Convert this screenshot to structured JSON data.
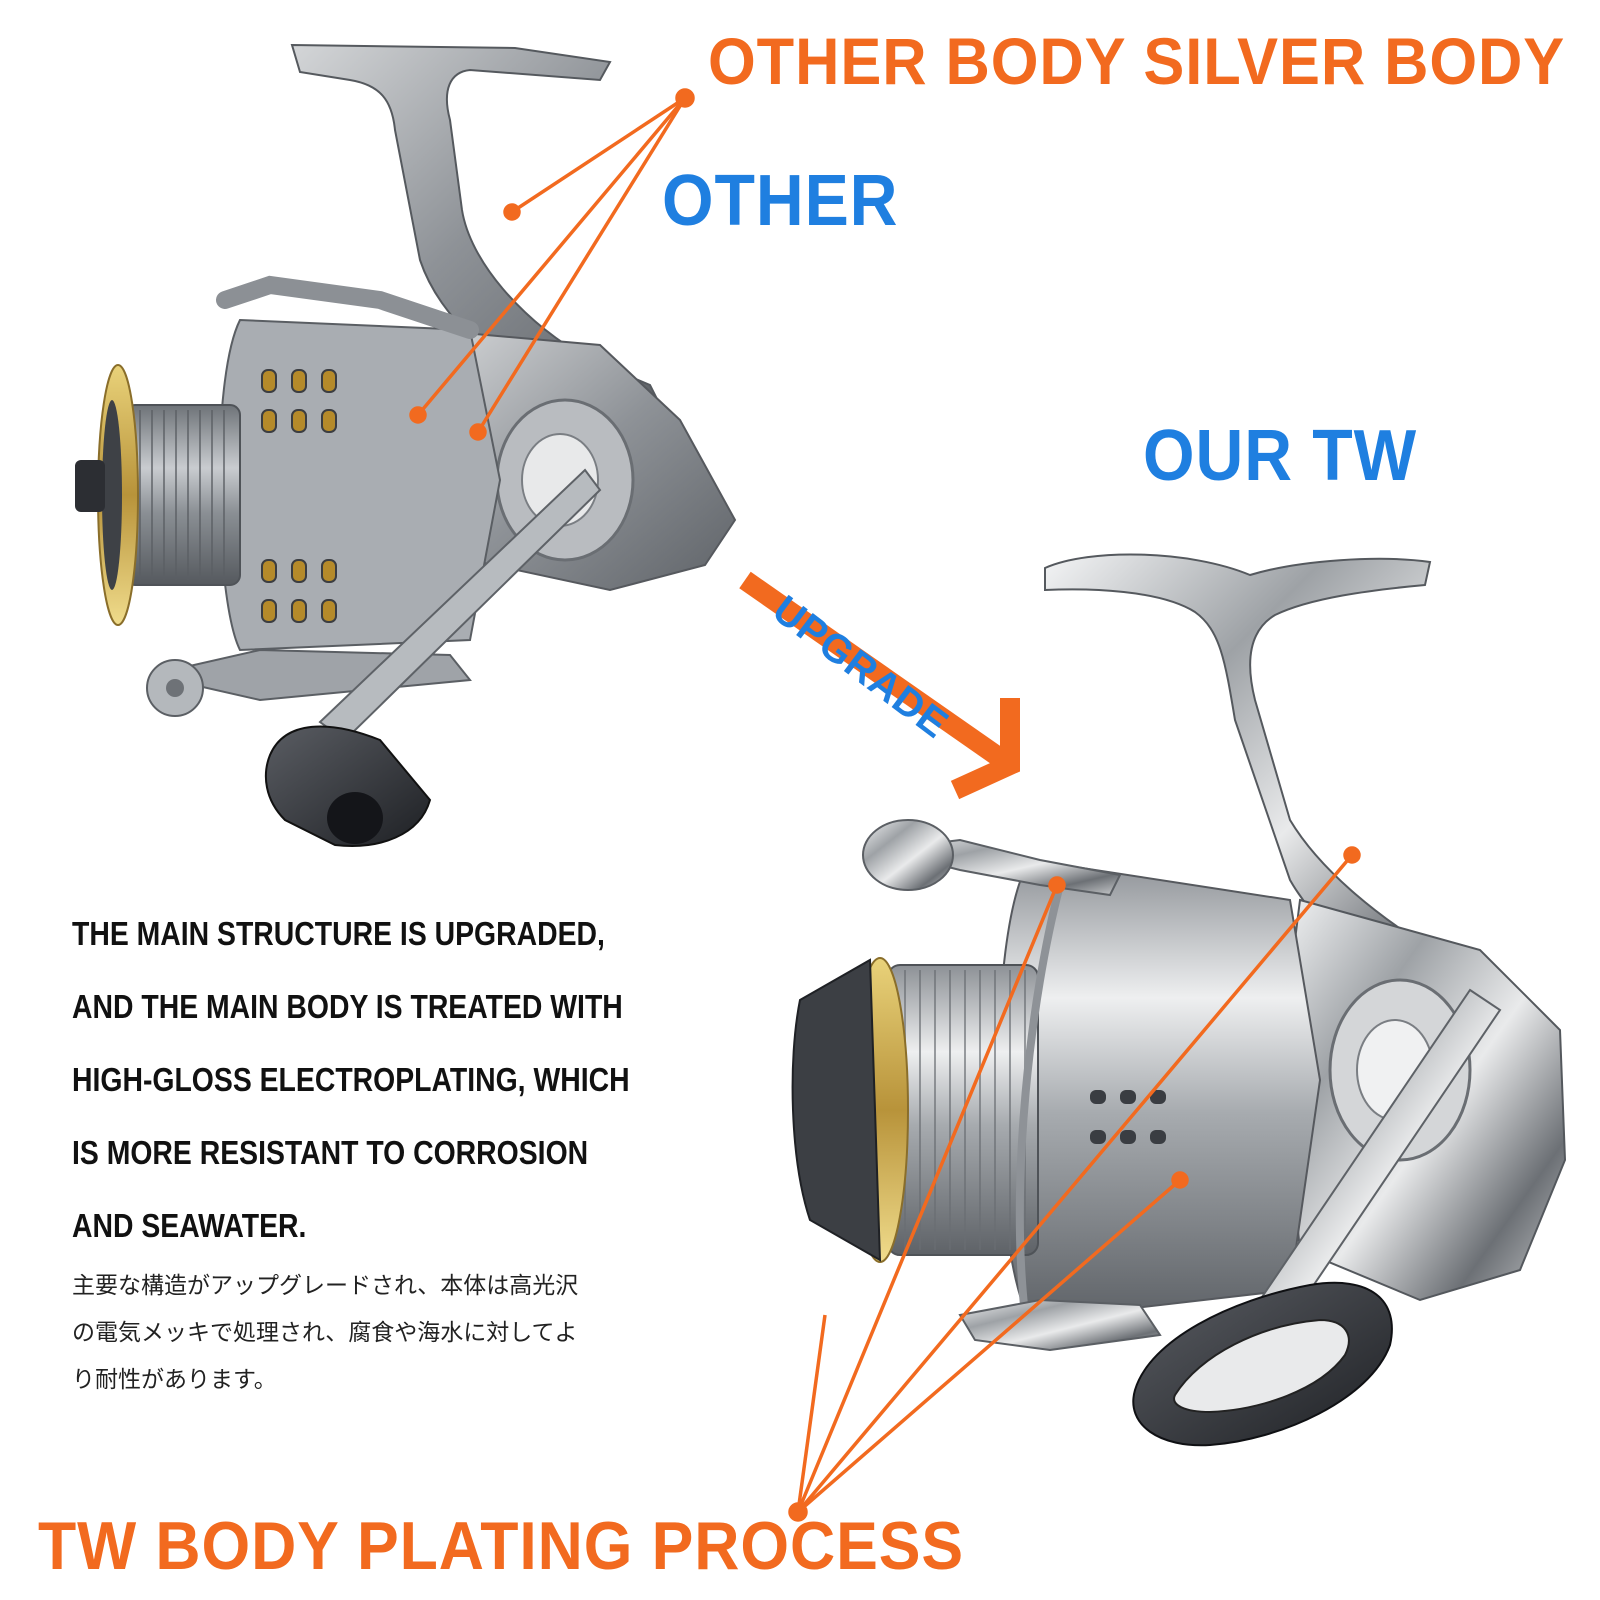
{
  "colors": {
    "accent_orange": "#f26a1f",
    "accent_blue": "#1f7fe0",
    "text_dark": "#111111"
  },
  "headline_top": "OTHER BODY SILVER BODY",
  "label_other": "OTHER",
  "label_ours": "OUR TW",
  "upgrade_label": "UPGRADE",
  "description_en": [
    "THE MAIN STRUCTURE IS UPGRADED,",
    "AND THE MAIN BODY IS TREATED WITH",
    "HIGH-GLOSS ELECTROPLATING, WHICH",
    "IS MORE RESISTANT TO CORROSION",
    "AND SEAWATER."
  ],
  "description_jp": [
    "主要な構造がアップグレードされ、本体は高光沢",
    "の電気メッキで処理され、腐食や海水に対してよ",
    "り耐性があります。"
  ],
  "headline_bottom": "TW BODY PLATING PROCESS",
  "icons": {
    "other_reel": "spinning-reel-icon",
    "our_reel": "spinning-reel-icon",
    "arrow": "arrow-down-right-icon"
  }
}
